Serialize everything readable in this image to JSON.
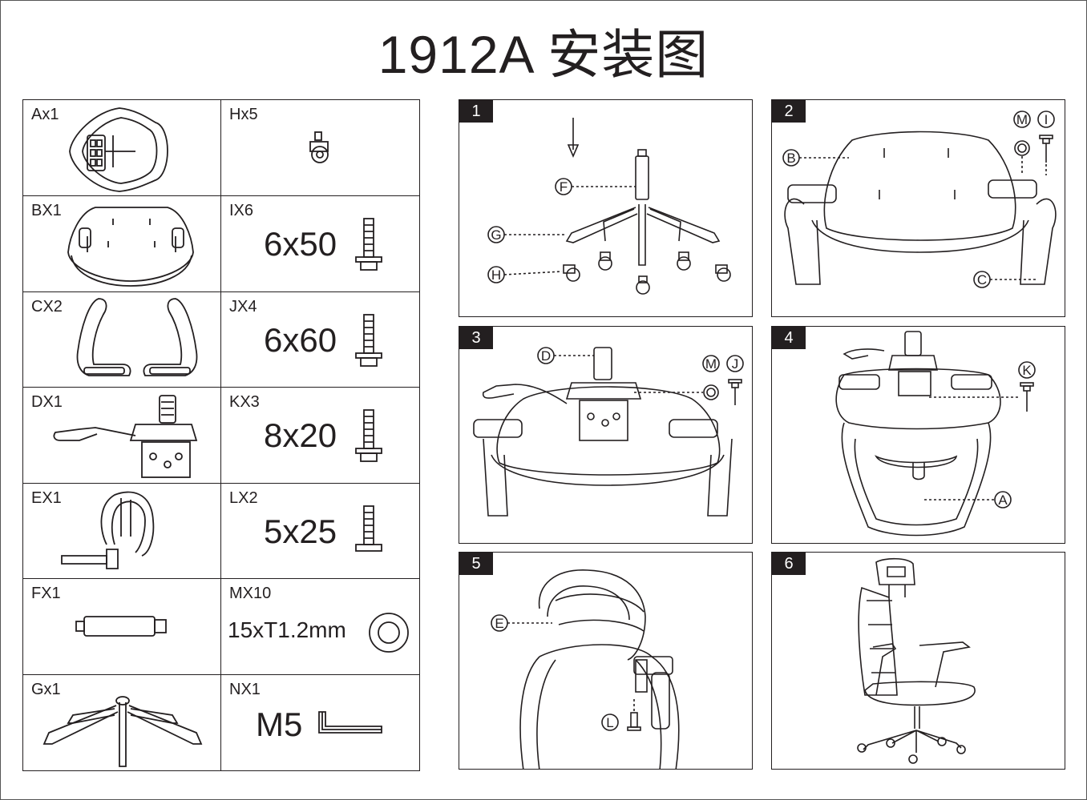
{
  "title": "1912A 安装图",
  "parts": [
    {
      "label": "Ax1"
    },
    {
      "label": "Hx5"
    },
    {
      "label": "BX1"
    },
    {
      "label": "IX6",
      "size": "6x50"
    },
    {
      "label": "CX2"
    },
    {
      "label": "JX4",
      "size": "6x60"
    },
    {
      "label": "DX1"
    },
    {
      "label": "KX3",
      "size": "8x20"
    },
    {
      "label": "EX1"
    },
    {
      "label": "LX2",
      "size": "5x25"
    },
    {
      "label": "FX1"
    },
    {
      "label": "MX10",
      "size": "15xT1.2mm"
    },
    {
      "label": "Gx1"
    },
    {
      "label": "NX1",
      "size": "M5"
    }
  ],
  "steps": [
    {
      "number": "1",
      "callouts": [
        "F",
        "G",
        "H"
      ]
    },
    {
      "number": "2",
      "callouts": [
        "M",
        "I",
        "B",
        "C"
      ]
    },
    {
      "number": "3",
      "callouts": [
        "D",
        "M",
        "J"
      ]
    },
    {
      "number": "4",
      "callouts": [
        "K",
        "A"
      ]
    },
    {
      "number": "5",
      "callouts": [
        "E",
        "L"
      ]
    },
    {
      "number": "6",
      "callouts": []
    }
  ]
}
